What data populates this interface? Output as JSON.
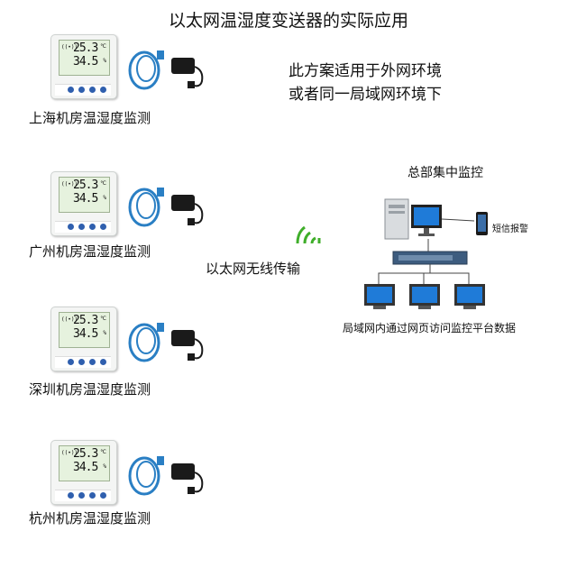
{
  "title": "以太网温湿度变送器的实际应用",
  "scope_lines": [
    "此方案适用于外网环境",
    "或者同一局域网环境下"
  ],
  "sites": [
    {
      "label": "上海机房温湿度监测",
      "temp": "25.3",
      "humidity": "34.5"
    },
    {
      "label": "广州机房温湿度监测",
      "temp": "25.3",
      "humidity": "34.5"
    },
    {
      "label": "深圳机房温湿度监测",
      "temp": "25.3",
      "humidity": "34.5"
    },
    {
      "label": "杭州机房温湿度监测",
      "temp": "25.3",
      "humidity": "34.5"
    }
  ],
  "wireless_label": "以太网无线传输",
  "hq_label": "总部集中监控",
  "sms_label": "短信报警",
  "lan_label": "局域网内通过网页访问监控平台数据",
  "icons": [
    "temperature-humidity-transmitter",
    "ethernet-cable-icon",
    "power-adapter-icon",
    "wifi-signal-icon",
    "server-icon",
    "monitor-icon",
    "smartphone-icon",
    "network-switch-icon"
  ],
  "colors": {
    "cable": "#2a7fc4",
    "wifi": "#3fae2a",
    "screen": "#1f7bd8",
    "lcd": "#e6f2de"
  }
}
